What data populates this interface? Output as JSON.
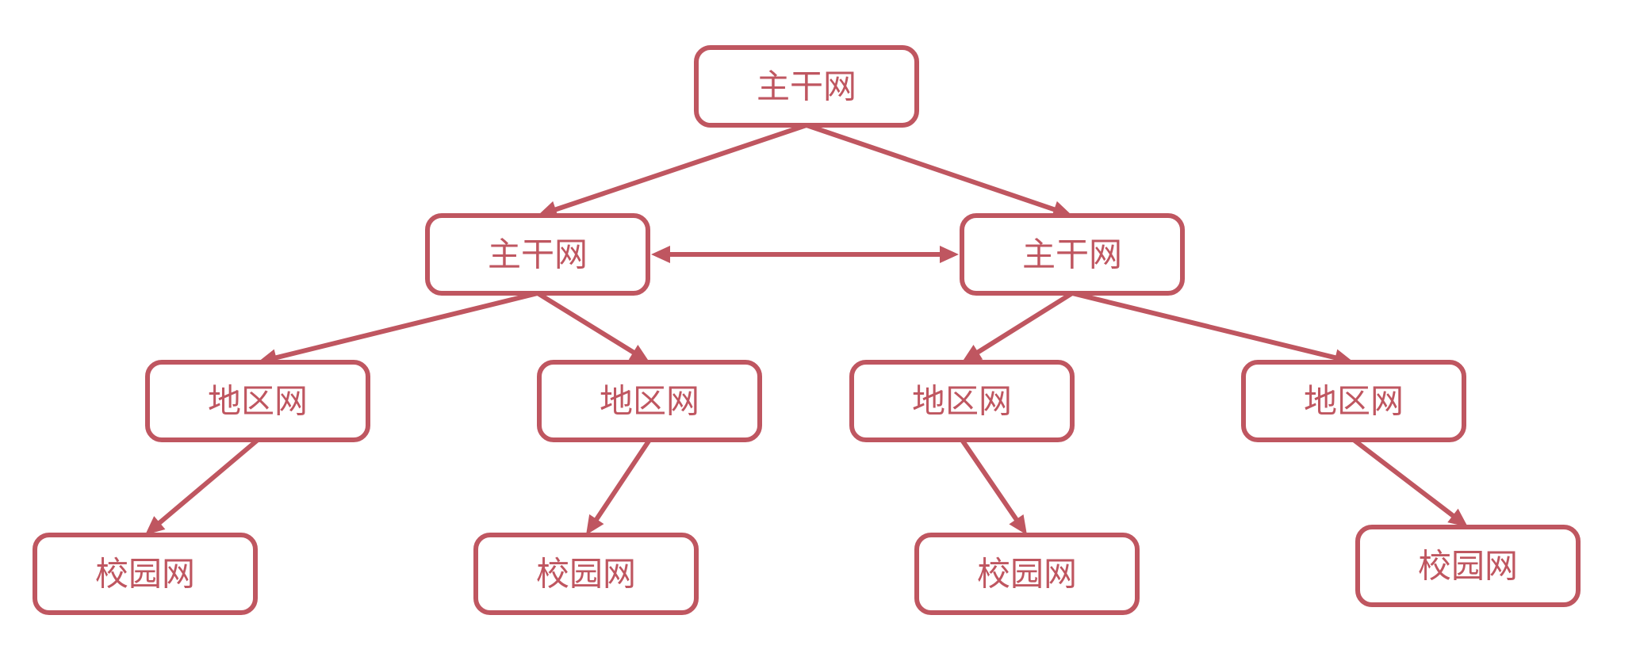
{
  "diagram": {
    "colors": {
      "stroke": "#bf5660",
      "text": "#bf5660",
      "fill": "#ffffff"
    },
    "nodes": [
      {
        "id": "backbone-root",
        "label": "主干网"
      },
      {
        "id": "backbone-left",
        "label": "主干网"
      },
      {
        "id": "backbone-right",
        "label": "主干网"
      },
      {
        "id": "regional-1",
        "label": "地区网"
      },
      {
        "id": "regional-2",
        "label": "地区网"
      },
      {
        "id": "regional-3",
        "label": "地区网"
      },
      {
        "id": "regional-4",
        "label": "地区网"
      },
      {
        "id": "campus-1",
        "label": "校园网"
      },
      {
        "id": "campus-2",
        "label": "校园网"
      },
      {
        "id": "campus-3",
        "label": "校园网"
      },
      {
        "id": "campus-4",
        "label": "校园网"
      }
    ],
    "edges": [
      {
        "from": "backbone-root",
        "to": "backbone-left",
        "direction": "forward"
      },
      {
        "from": "backbone-root",
        "to": "backbone-right",
        "direction": "forward"
      },
      {
        "from": "backbone-left",
        "to": "backbone-right",
        "direction": "both"
      },
      {
        "from": "backbone-left",
        "to": "regional-1",
        "direction": "forward"
      },
      {
        "from": "backbone-left",
        "to": "regional-2",
        "direction": "forward"
      },
      {
        "from": "backbone-right",
        "to": "regional-3",
        "direction": "forward"
      },
      {
        "from": "backbone-right",
        "to": "regional-4",
        "direction": "forward"
      },
      {
        "from": "regional-1",
        "to": "campus-1",
        "direction": "forward"
      },
      {
        "from": "regional-2",
        "to": "campus-2",
        "direction": "forward"
      },
      {
        "from": "regional-3",
        "to": "campus-3",
        "direction": "forward"
      },
      {
        "from": "regional-4",
        "to": "campus-4",
        "direction": "forward"
      }
    ]
  }
}
